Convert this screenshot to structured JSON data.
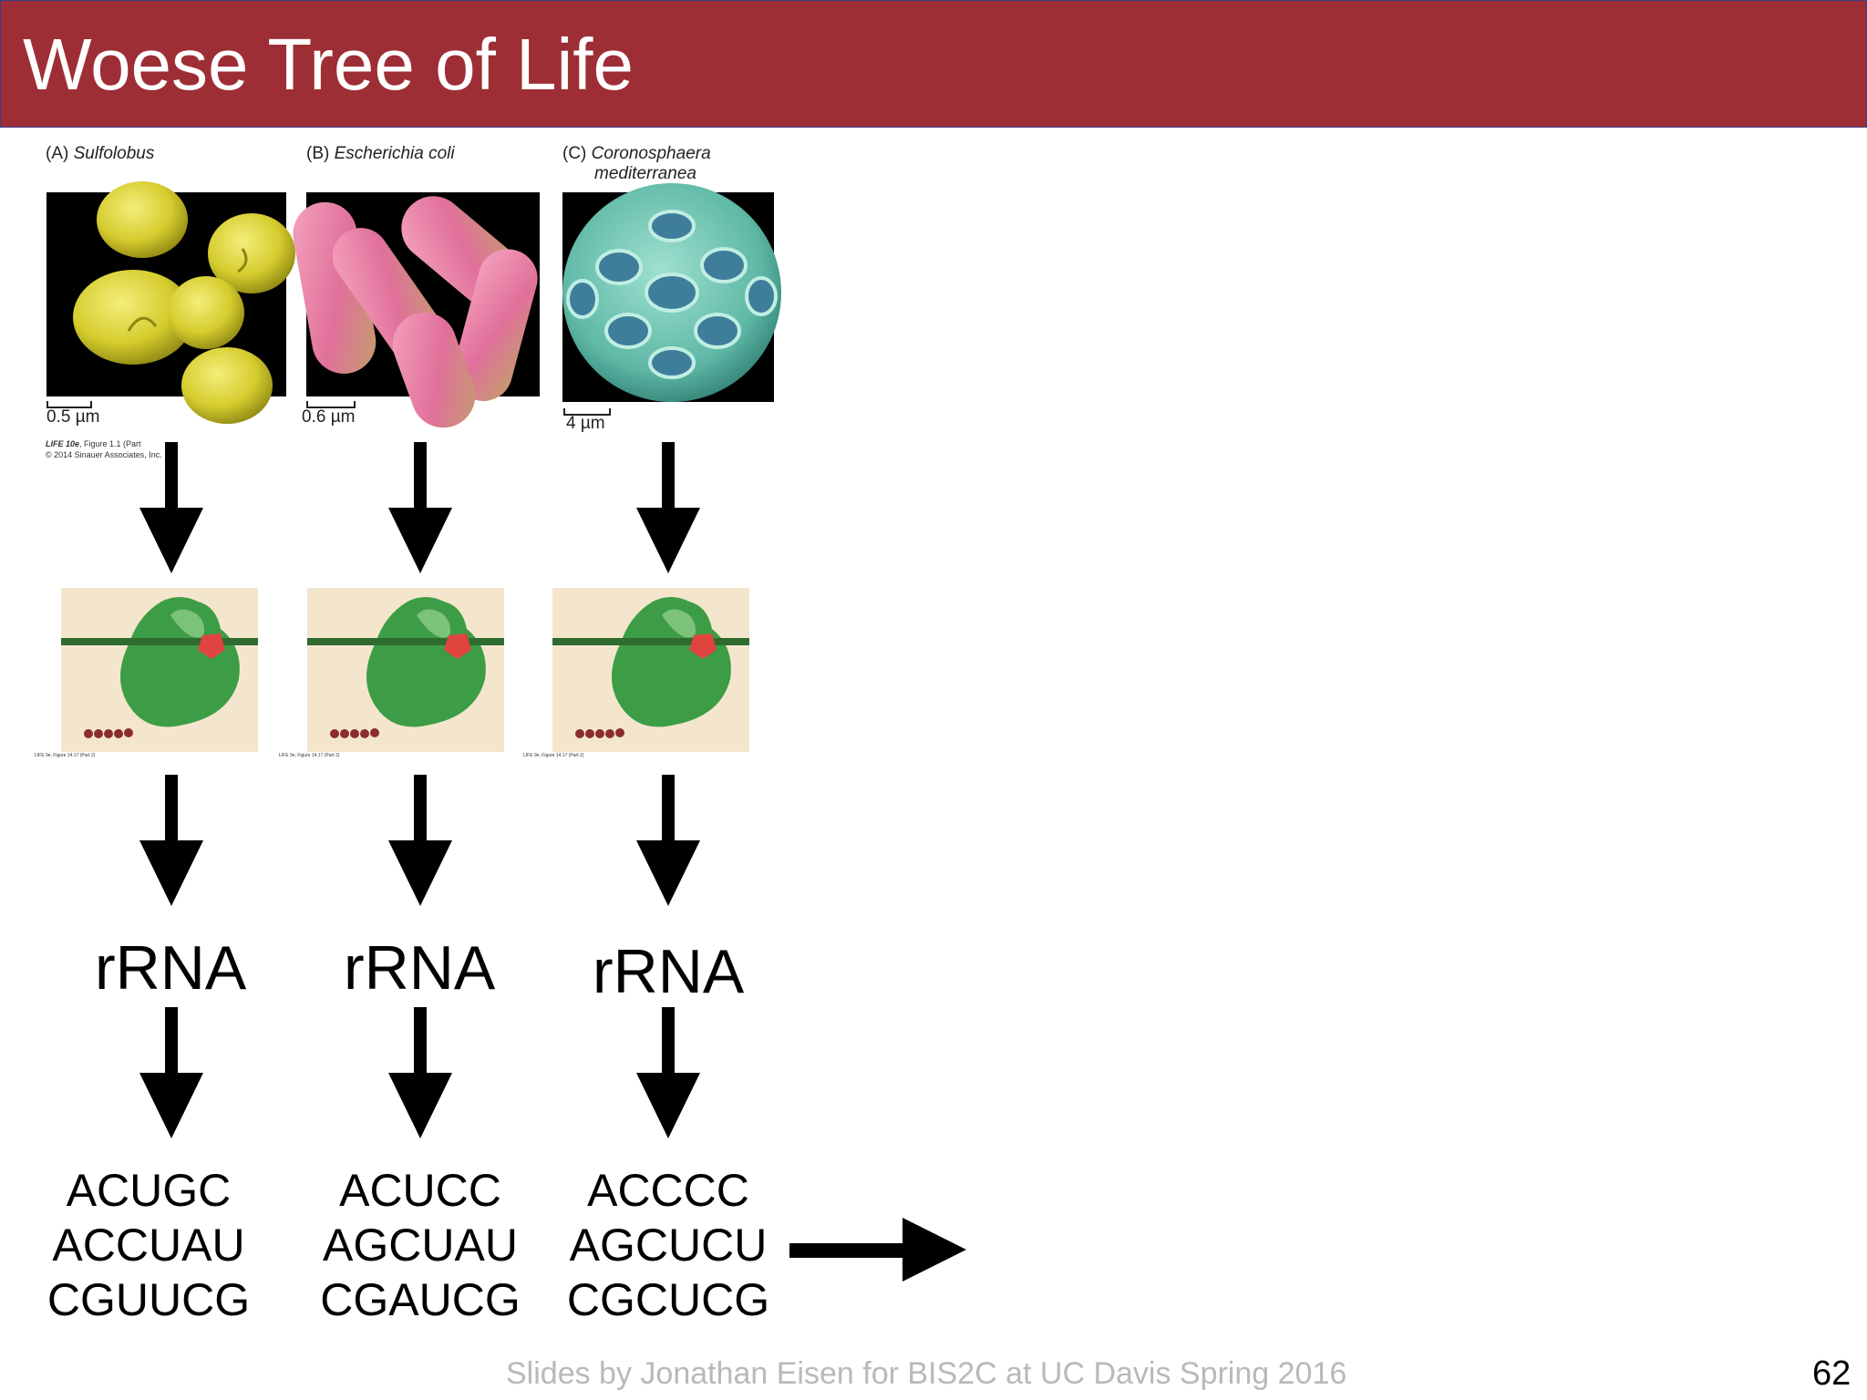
{
  "slide": {
    "title": "Woese Tree of Life",
    "footer": "Slides by Jonathan Eisen for BIS2C at UC Davis Spring 2016",
    "page_number": "62"
  },
  "panels": [
    {
      "letter": "(A)",
      "organism": "Sulfolobus",
      "organism_line2": "",
      "scale": "0.5 µm",
      "color": "#d9d23a"
    },
    {
      "letter": "(B)",
      "organism": "Escherichia coli",
      "organism_line2": "",
      "scale": "0.6 µm",
      "color": "#e87aa0"
    },
    {
      "letter": "(C)",
      "organism": "Coronosphaera",
      "organism_line2": "mediterranea",
      "scale": "4 µm",
      "color": "#6cc4b0"
    }
  ],
  "figure_credit": {
    "line1_bold": "LIFE 10e",
    "line1_rest": ", Figure 1.1 (Part",
    "line2": "© 2014 Sinauer Associates, Inc."
  },
  "ribosome_caption": "LIFE 9e, Figure 14.17 (Part 2)",
  "rrna_label": "rRNA",
  "sequences": [
    [
      "ACUGC",
      "ACCUAU",
      "CGUUCG"
    ],
    [
      "ACUCC",
      "AGCUAU",
      "CGAUCG"
    ],
    [
      "ACCCC",
      "AGCUCU",
      "CGCUCG"
    ]
  ]
}
